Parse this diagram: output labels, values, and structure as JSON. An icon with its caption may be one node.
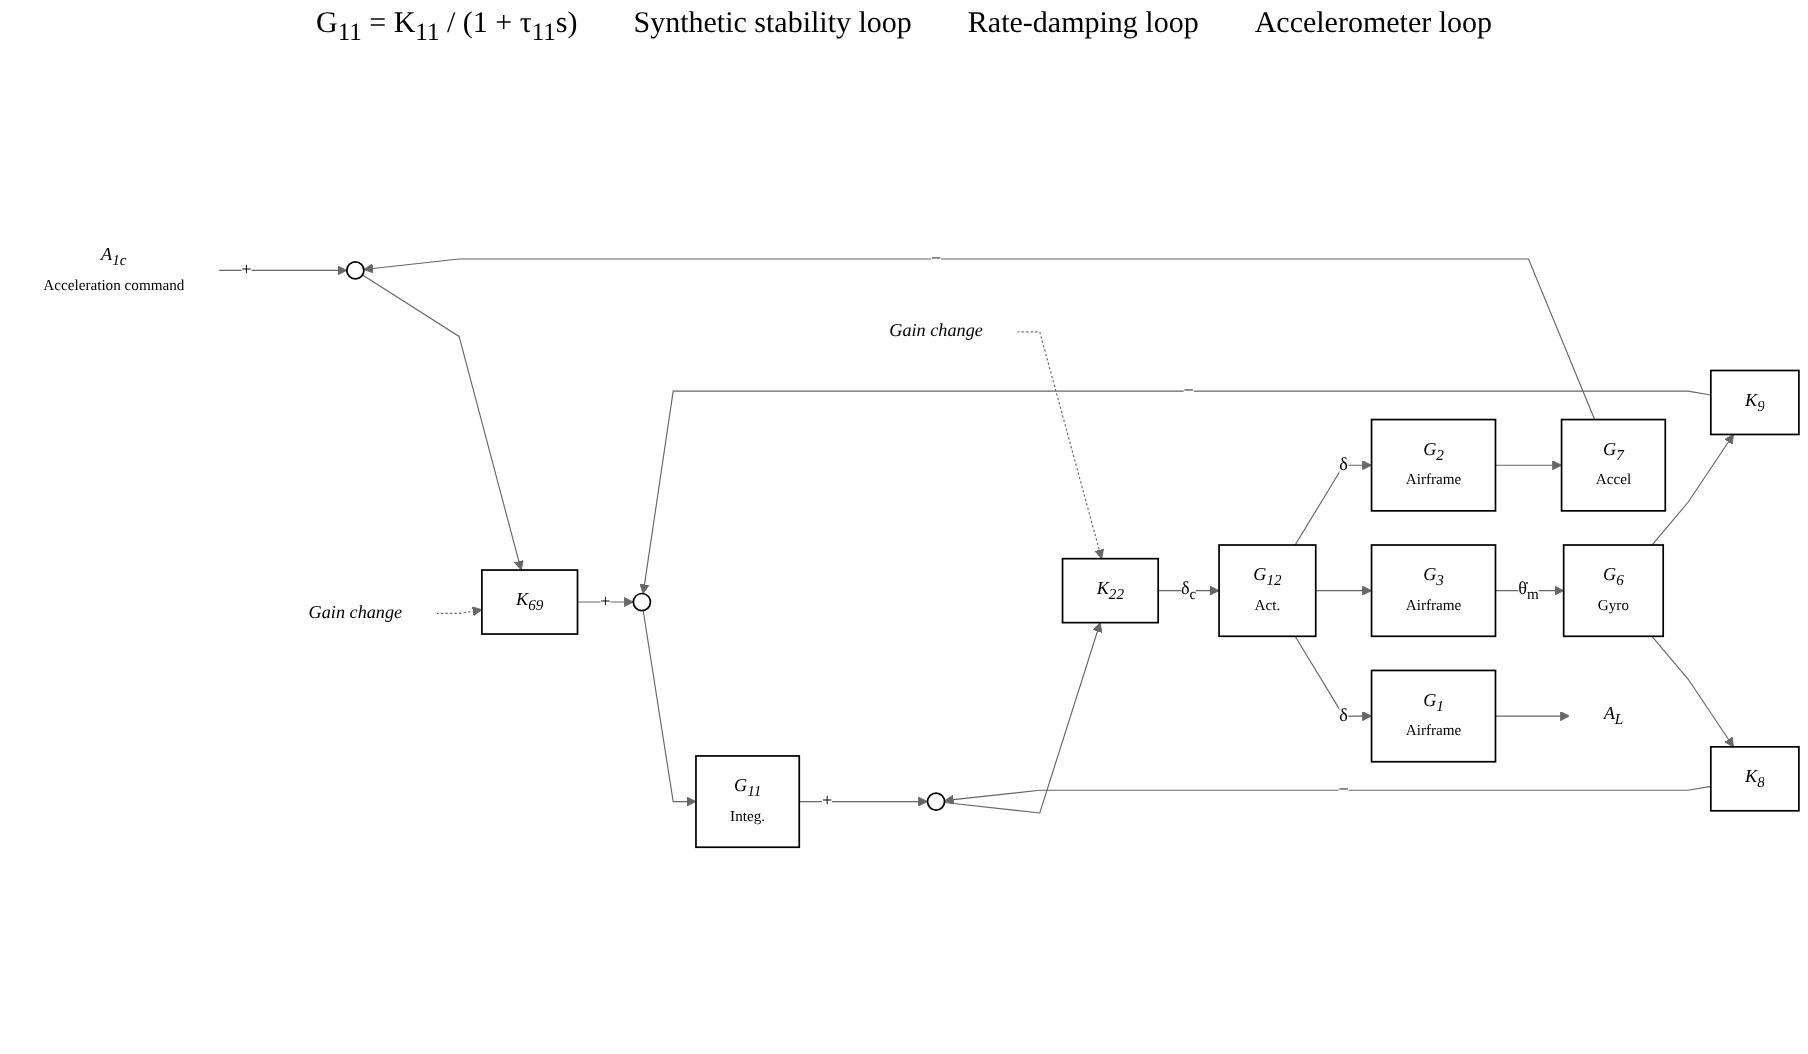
{
  "diagram": {
    "nodes": [
      {
        "text": [
          "Gain change"
        ]
      },
      {
        "text": [
          "Gain change"
        ]
      },
      {
        "text": [
          "A$_{1c}$",
          "Acceleration command"
        ]
      },
      {
        "text": [],
        "shape": "circle"
      },
      {
        "text": [
          "K$_{69}$"
        ]
      },
      {
        "text": [],
        "shape": "circle"
      },
      {
        "text": [
          "G$_{11}$",
          "Integ."
        ]
      },
      {
        "text": [],
        "shape": "circle"
      },
      {
        "text": [
          "K$_{22}$"
        ]
      },
      {
        "text": [
          "G$_{12}$",
          "Act."
        ]
      },
      {
        "text": [
          "G$_{1}$",
          "Airframe"
        ]
      },
      {
        "text": [
          "A$_{L}$"
        ]
      },
      {
        "text": [
          "K$_{9}$"
        ]
      },
      {
        "text": [
          "K$_{8}$"
        ]
      },
      {
        "text": [
          "G$_{6}$",
          "Gyro"
        ]
      },
      {
        "text": [
          "G$_{3}$",
          "Airframe"
        ]
      },
      {
        "text": [
          "G$_{7}$",
          "Accel"
        ]
      },
      {
        "text": [
          "G$_{2}$",
          "Airframe"
        ]
      }
    ],
    "edges": [
      {
        "from": 2,
        "to": 3,
        "arrow": "to",
        "label": "+"
      },
      {
        "from": 3,
        "to": 4,
        "arrow": "to"
      },
      {
        "from": 0,
        "to": 4,
        "arrow": "to",
        "style": "dashed"
      },
      {
        "from": 4,
        "to": 5,
        "arrow": "to",
        "label": "+"
      },
      {
        "from": 5,
        "to": 6,
        "arrow": "to"
      },
      {
        "from": 6,
        "to": 7,
        "arrow": "to",
        "label": "+"
      },
      {
        "from": 7,
        "to": 8,
        "arrow": "to"
      },
      {
        "from": 1,
        "to": 8,
        "arrow": "to",
        "style": "dashed"
      },
      {
        "from": 8,
        "to": 9,
        "arrow": "to",
        "label": "δ$_{c}$"
      },
      {
        "from": 9,
        "to": 10,
        "arrow": "to",
        "label": "δ"
      },
      {
        "from": 10,
        "to": 11,
        "arrow": "to"
      },
      {
        "from": 9,
        "to": 15,
        "arrow": "to"
      },
      {
        "from": 9,
        "to": 17,
        "arrow": "to",
        "label": "δ"
      },
      {
        "from": 15,
        "to": 14,
        "arrow": "to",
        "label": "θ̇$_{m}$"
      },
      {
        "from": 14,
        "to": 13,
        "arrow": "to"
      },
      {
        "from": 14,
        "to": 12,
        "arrow": "to"
      },
      {
        "from": 13,
        "to": 7,
        "arrow": "to",
        "label": "−"
      },
      {
        "from": 12,
        "to": 5,
        "arrow": "to",
        "label": "−"
      },
      {
        "from": 17,
        "to": 16,
        "arrow": "to"
      },
      {
        "from": 16,
        "to": 3,
        "arrow": "to",
        "label": "−"
      }
    ],
    "labels": [
      "G$_{11}$ = K$_{11}$ / (1 + τ$_{11}$s)",
      "Synthetic stability loop",
      "Rate-damping loop",
      "Accelerometer loop"
    ]
  }
}
